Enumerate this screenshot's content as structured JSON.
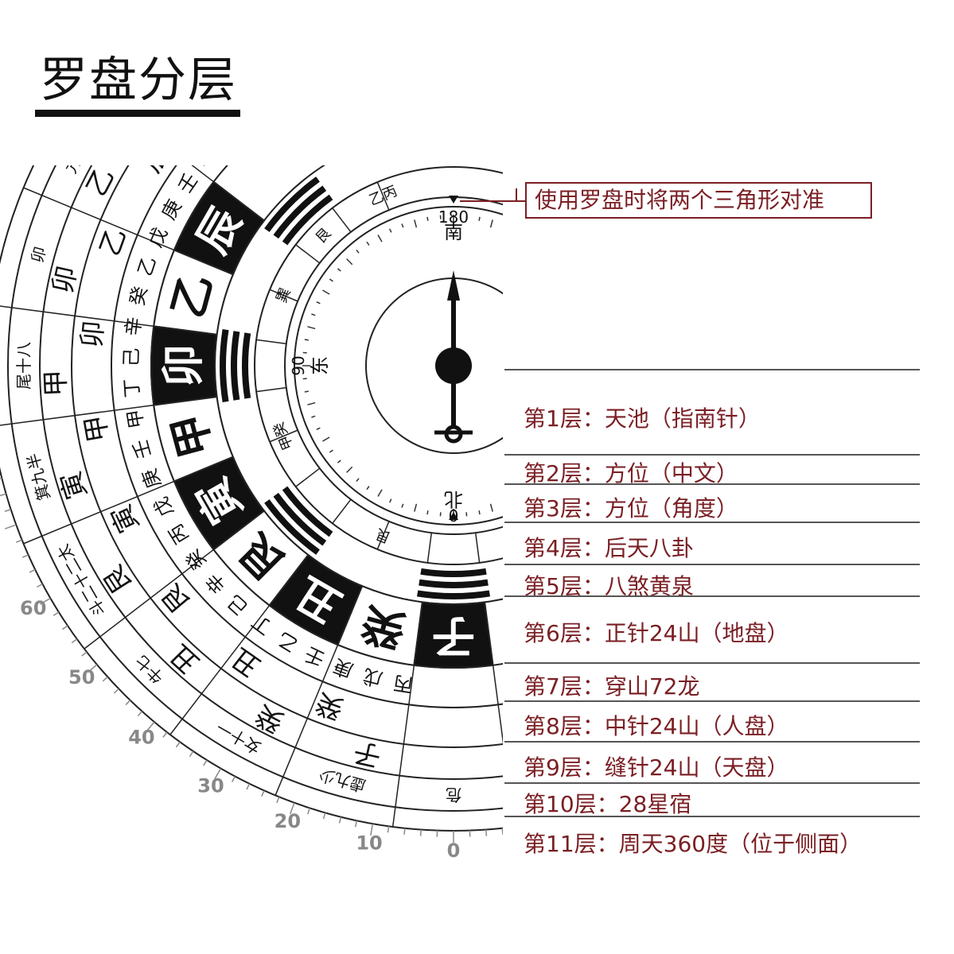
{
  "title": "罗盘分层",
  "callout": "使用罗盘时将两个三角形对准",
  "layers": [
    "第1层：天池（指南针）",
    "第2层：方位（中文）",
    "第3层：方位（角度）",
    "第4层：后天八卦",
    "第5层：八煞黄泉",
    "第6层：正针24山（地盘）",
    "第7层：穿山72龙",
    "第8层：中针24山（人盘）",
    "第9层：缝针24山（天盘）",
    "第10层：28星宿",
    "第11层：周天360度（位于侧面）"
  ],
  "compass": {
    "dir_s": "南",
    "dir_e": "东",
    "dir_n": "北",
    "deg_s": "180",
    "deg_e": "90",
    "deg_n": "0",
    "huangquan": [
      "巽",
      "艮",
      "甲癸",
      "艮",
      "乙丙"
    ],
    "mountains6": [
      "辰",
      "乙",
      "卯",
      "甲",
      "寅",
      "艮",
      "丑",
      "癸",
      "子"
    ],
    "dragons": [
      "甲",
      "壬",
      "庚",
      "戊",
      "乙",
      "癸",
      "辛",
      "己",
      "丁",
      "甲",
      "壬",
      "庚",
      "戊",
      "丙",
      "癸",
      "辛",
      "己",
      "丁",
      "乙",
      "壬",
      "庚",
      "戊",
      "丙"
    ],
    "mountains8": [
      "辰",
      "乙",
      "卯",
      "甲",
      "寅",
      "艮",
      "丑",
      "癸"
    ],
    "mountains9": [
      "乙",
      "卯",
      "甲",
      "寅",
      "艮",
      "丑",
      "癸",
      "子"
    ],
    "stars": [
      "亢九太",
      "卯",
      "尾十八",
      "箕九半",
      "斗二十二太",
      "牛七",
      "女十一",
      "虚九少",
      "危"
    ],
    "outer_deg": [
      "60",
      "50",
      "40",
      "30",
      "20",
      "10",
      "0"
    ]
  }
}
